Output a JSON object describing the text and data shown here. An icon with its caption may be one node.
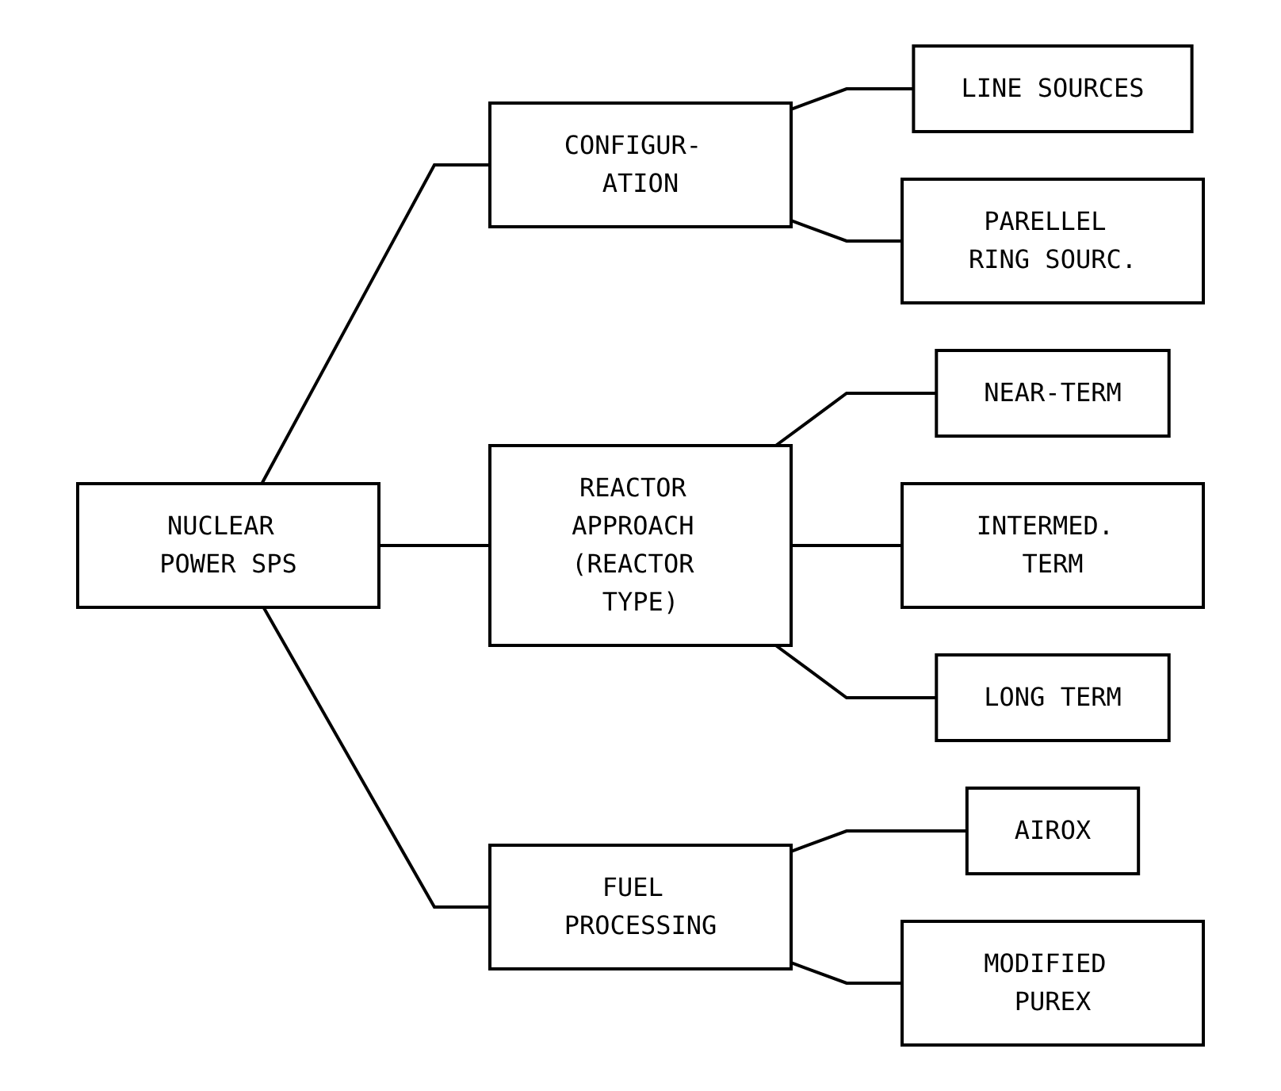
{
  "diagram": {
    "nodes": [
      {
        "text": [
          "NUCLEAR POWER SPS"
        ]
      },
      {
        "text": [
          "CONFIGUR- ATION"
        ]
      },
      {
        "text": [
          "REACTOR APPROACH (REACTOR TYPE)"
        ]
      },
      {
        "text": [
          "FUEL PROCESSING"
        ]
      },
      {
        "text": [
          "LINE SOURCES"
        ]
      },
      {
        "text": [
          "PARELLEL RING SOURC."
        ]
      },
      {
        "text": [
          "NEAR-TERM"
        ]
      },
      {
        "text": [
          "INTERMED. TERM"
        ]
      },
      {
        "text": [
          "LONG TERM"
        ]
      },
      {
        "text": [
          "AIROX"
        ]
      },
      {
        "text": [
          "MODIFIED PUREX"
        ]
      }
    ],
    "edges": [
      {
        "from": 0,
        "to": 1,
        "arrow": "none"
      },
      {
        "from": 0,
        "to": 2,
        "arrow": "none"
      },
      {
        "from": 0,
        "to": 3,
        "arrow": "none"
      },
      {
        "from": 1,
        "to": 4,
        "arrow": "none"
      },
      {
        "from": 1,
        "to": 5,
        "arrow": "none"
      },
      {
        "from": 2,
        "to": 6,
        "arrow": "none"
      },
      {
        "from": 2,
        "to": 7,
        "arrow": "none"
      },
      {
        "from": 2,
        "to": 8,
        "arrow": "none"
      },
      {
        "from": 3,
        "to": 9,
        "arrow": "none"
      },
      {
        "from": 3,
        "to": 10,
        "arrow": "none"
      }
    ]
  }
}
